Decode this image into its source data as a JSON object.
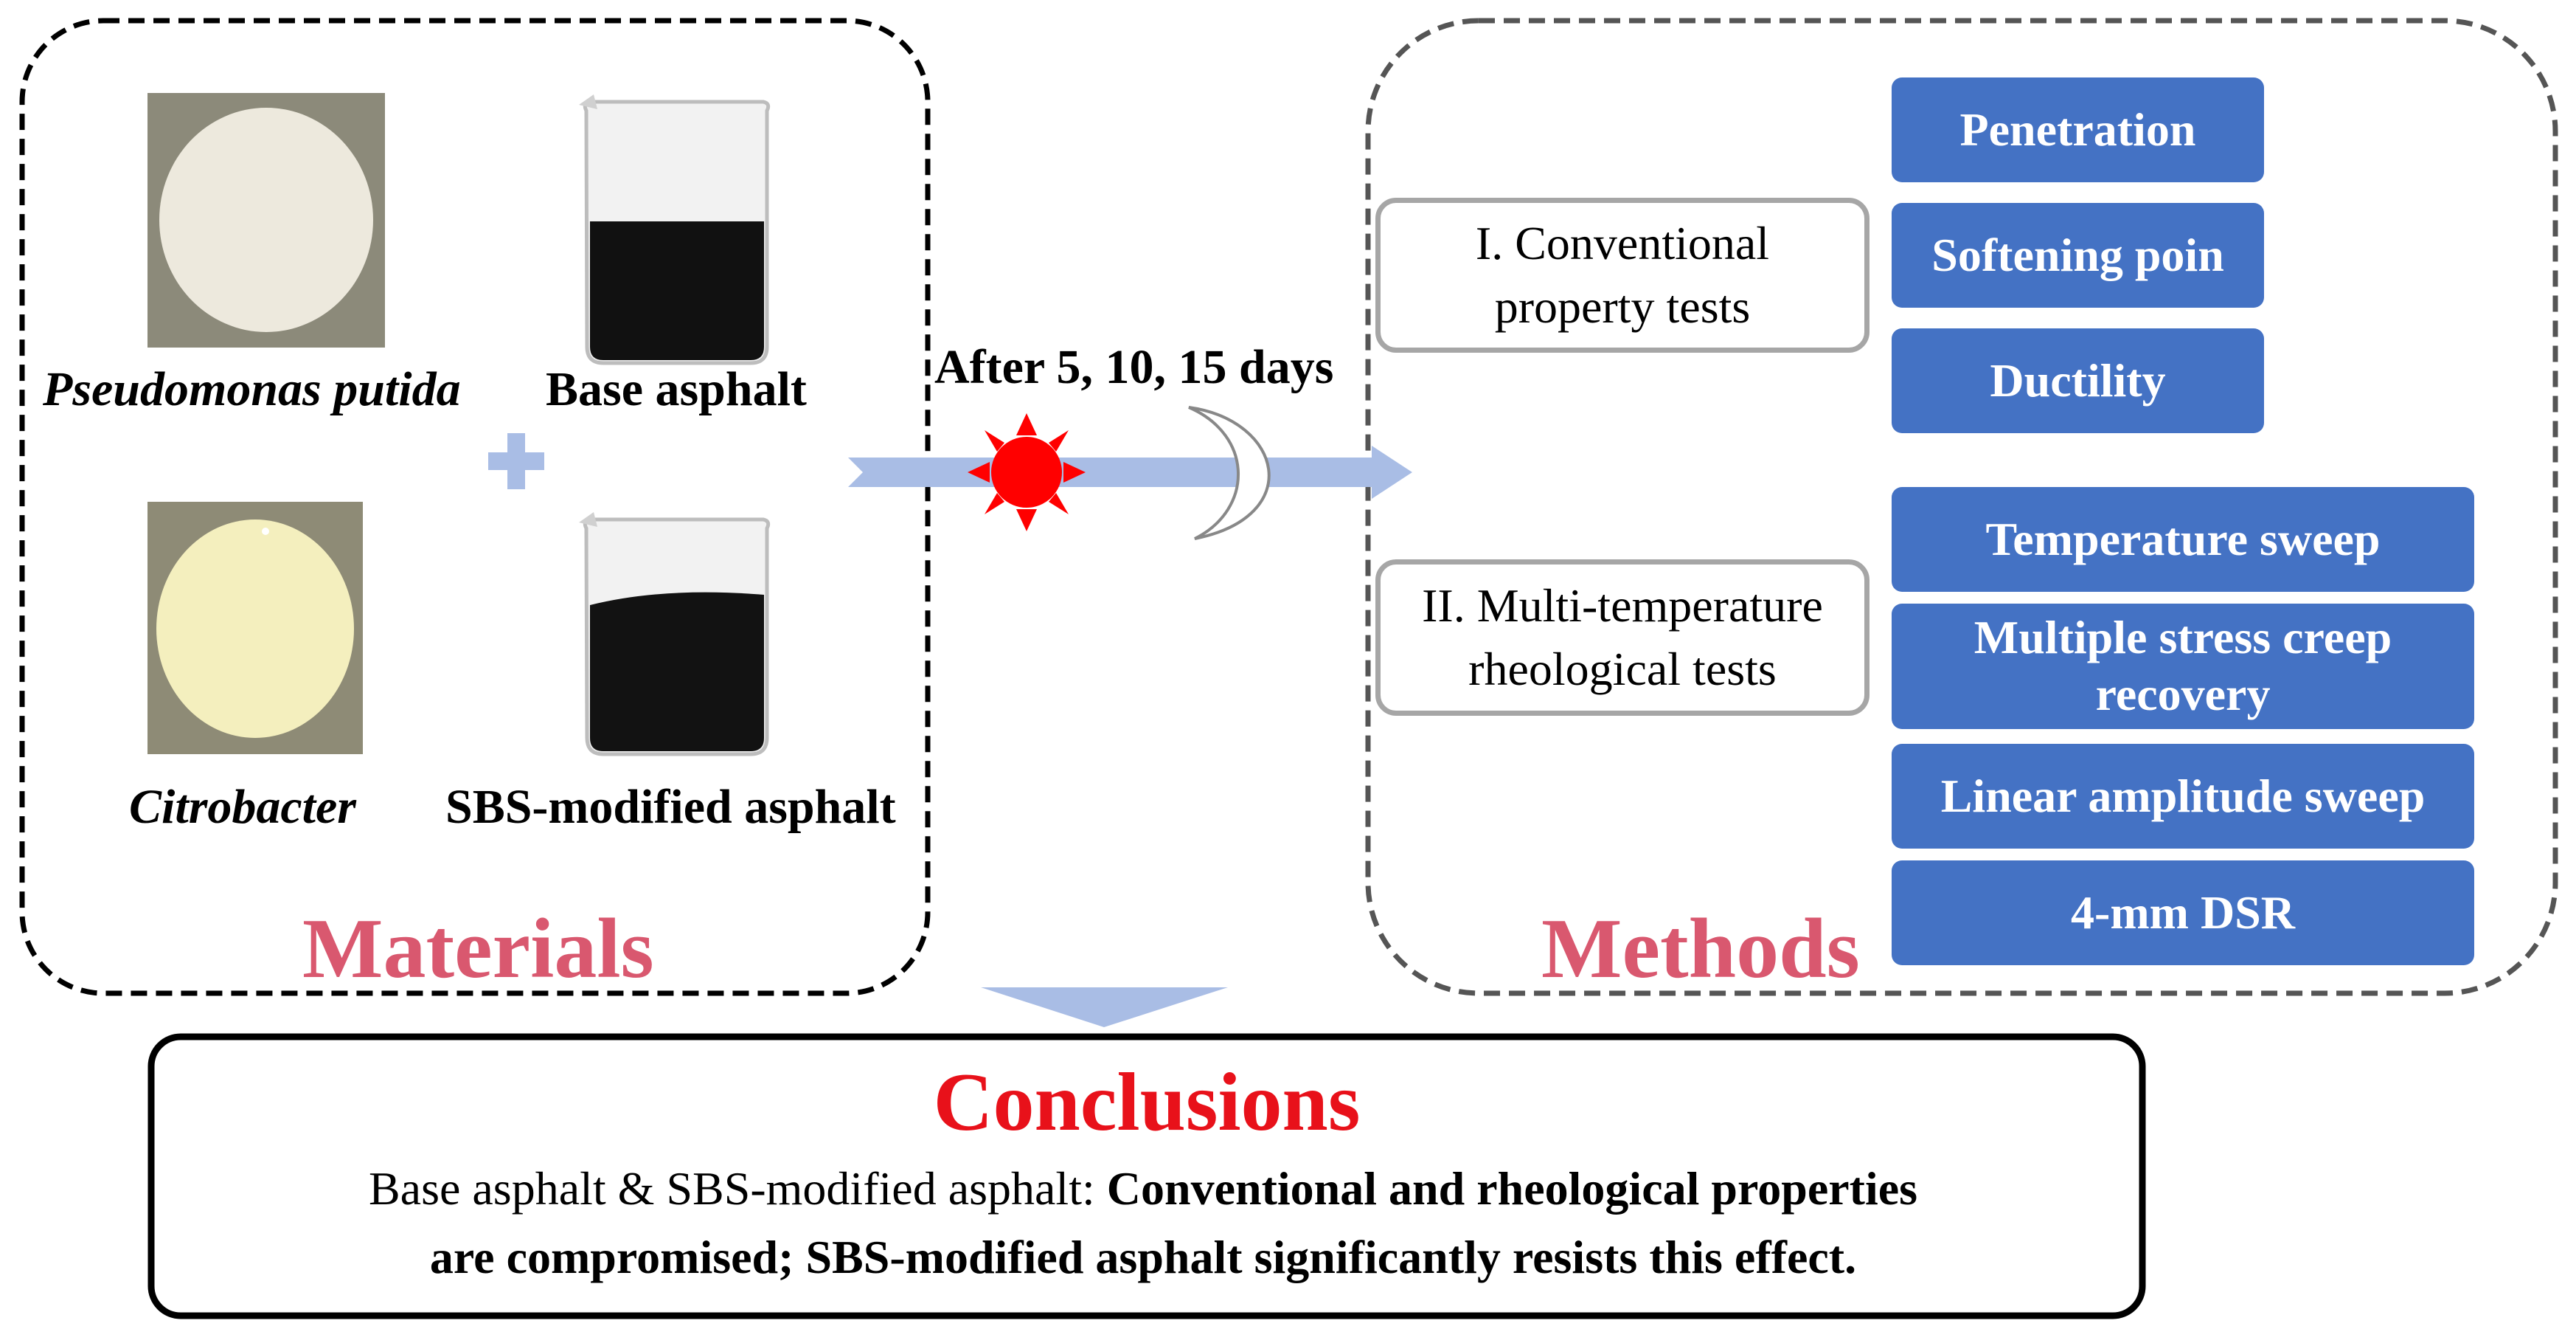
{
  "materials": {
    "heading": "Materials",
    "items": {
      "bacterium_1": "Pseudomonas putida",
      "bacterium_2": "Citrobacter",
      "asphalt_1": "Base asphalt",
      "asphalt_2": "SBS-modified asphalt"
    }
  },
  "process": {
    "label": "After 5, 10, 15 days"
  },
  "methods": {
    "heading": "Methods",
    "group_1": {
      "line_1": "I. Conventional",
      "line_2": "property tests",
      "tests": [
        "Penetration",
        "Softening poin",
        "Ductility"
      ]
    },
    "group_2": {
      "line_1": "II. Multi-temperature",
      "line_2": "rheological tests",
      "tests": [
        "Temperature sweep",
        "Multiple stress creep",
        "recovery",
        "Linear amplitude sweep",
        "4-mm DSR"
      ]
    }
  },
  "conclusions": {
    "heading": "Conclusions",
    "lead": "Base asphalt & SBS-modified asphalt: ",
    "bold_1": "Conventional and rheological properties",
    "bold_2": "are compromised; SBS-modified asphalt significantly resists this effect."
  },
  "colors": {
    "heading_pink": "#d9586f",
    "conclusions_red": "#e8111a",
    "test_box_blue": "#4472c4",
    "arrow_blue": "#a9bde5",
    "sun_red": "#ff0000"
  },
  "icons": [
    "plus-icon",
    "sun-icon",
    "crescent-moon-icon",
    "beaker-icon",
    "petri-dish-icon"
  ]
}
